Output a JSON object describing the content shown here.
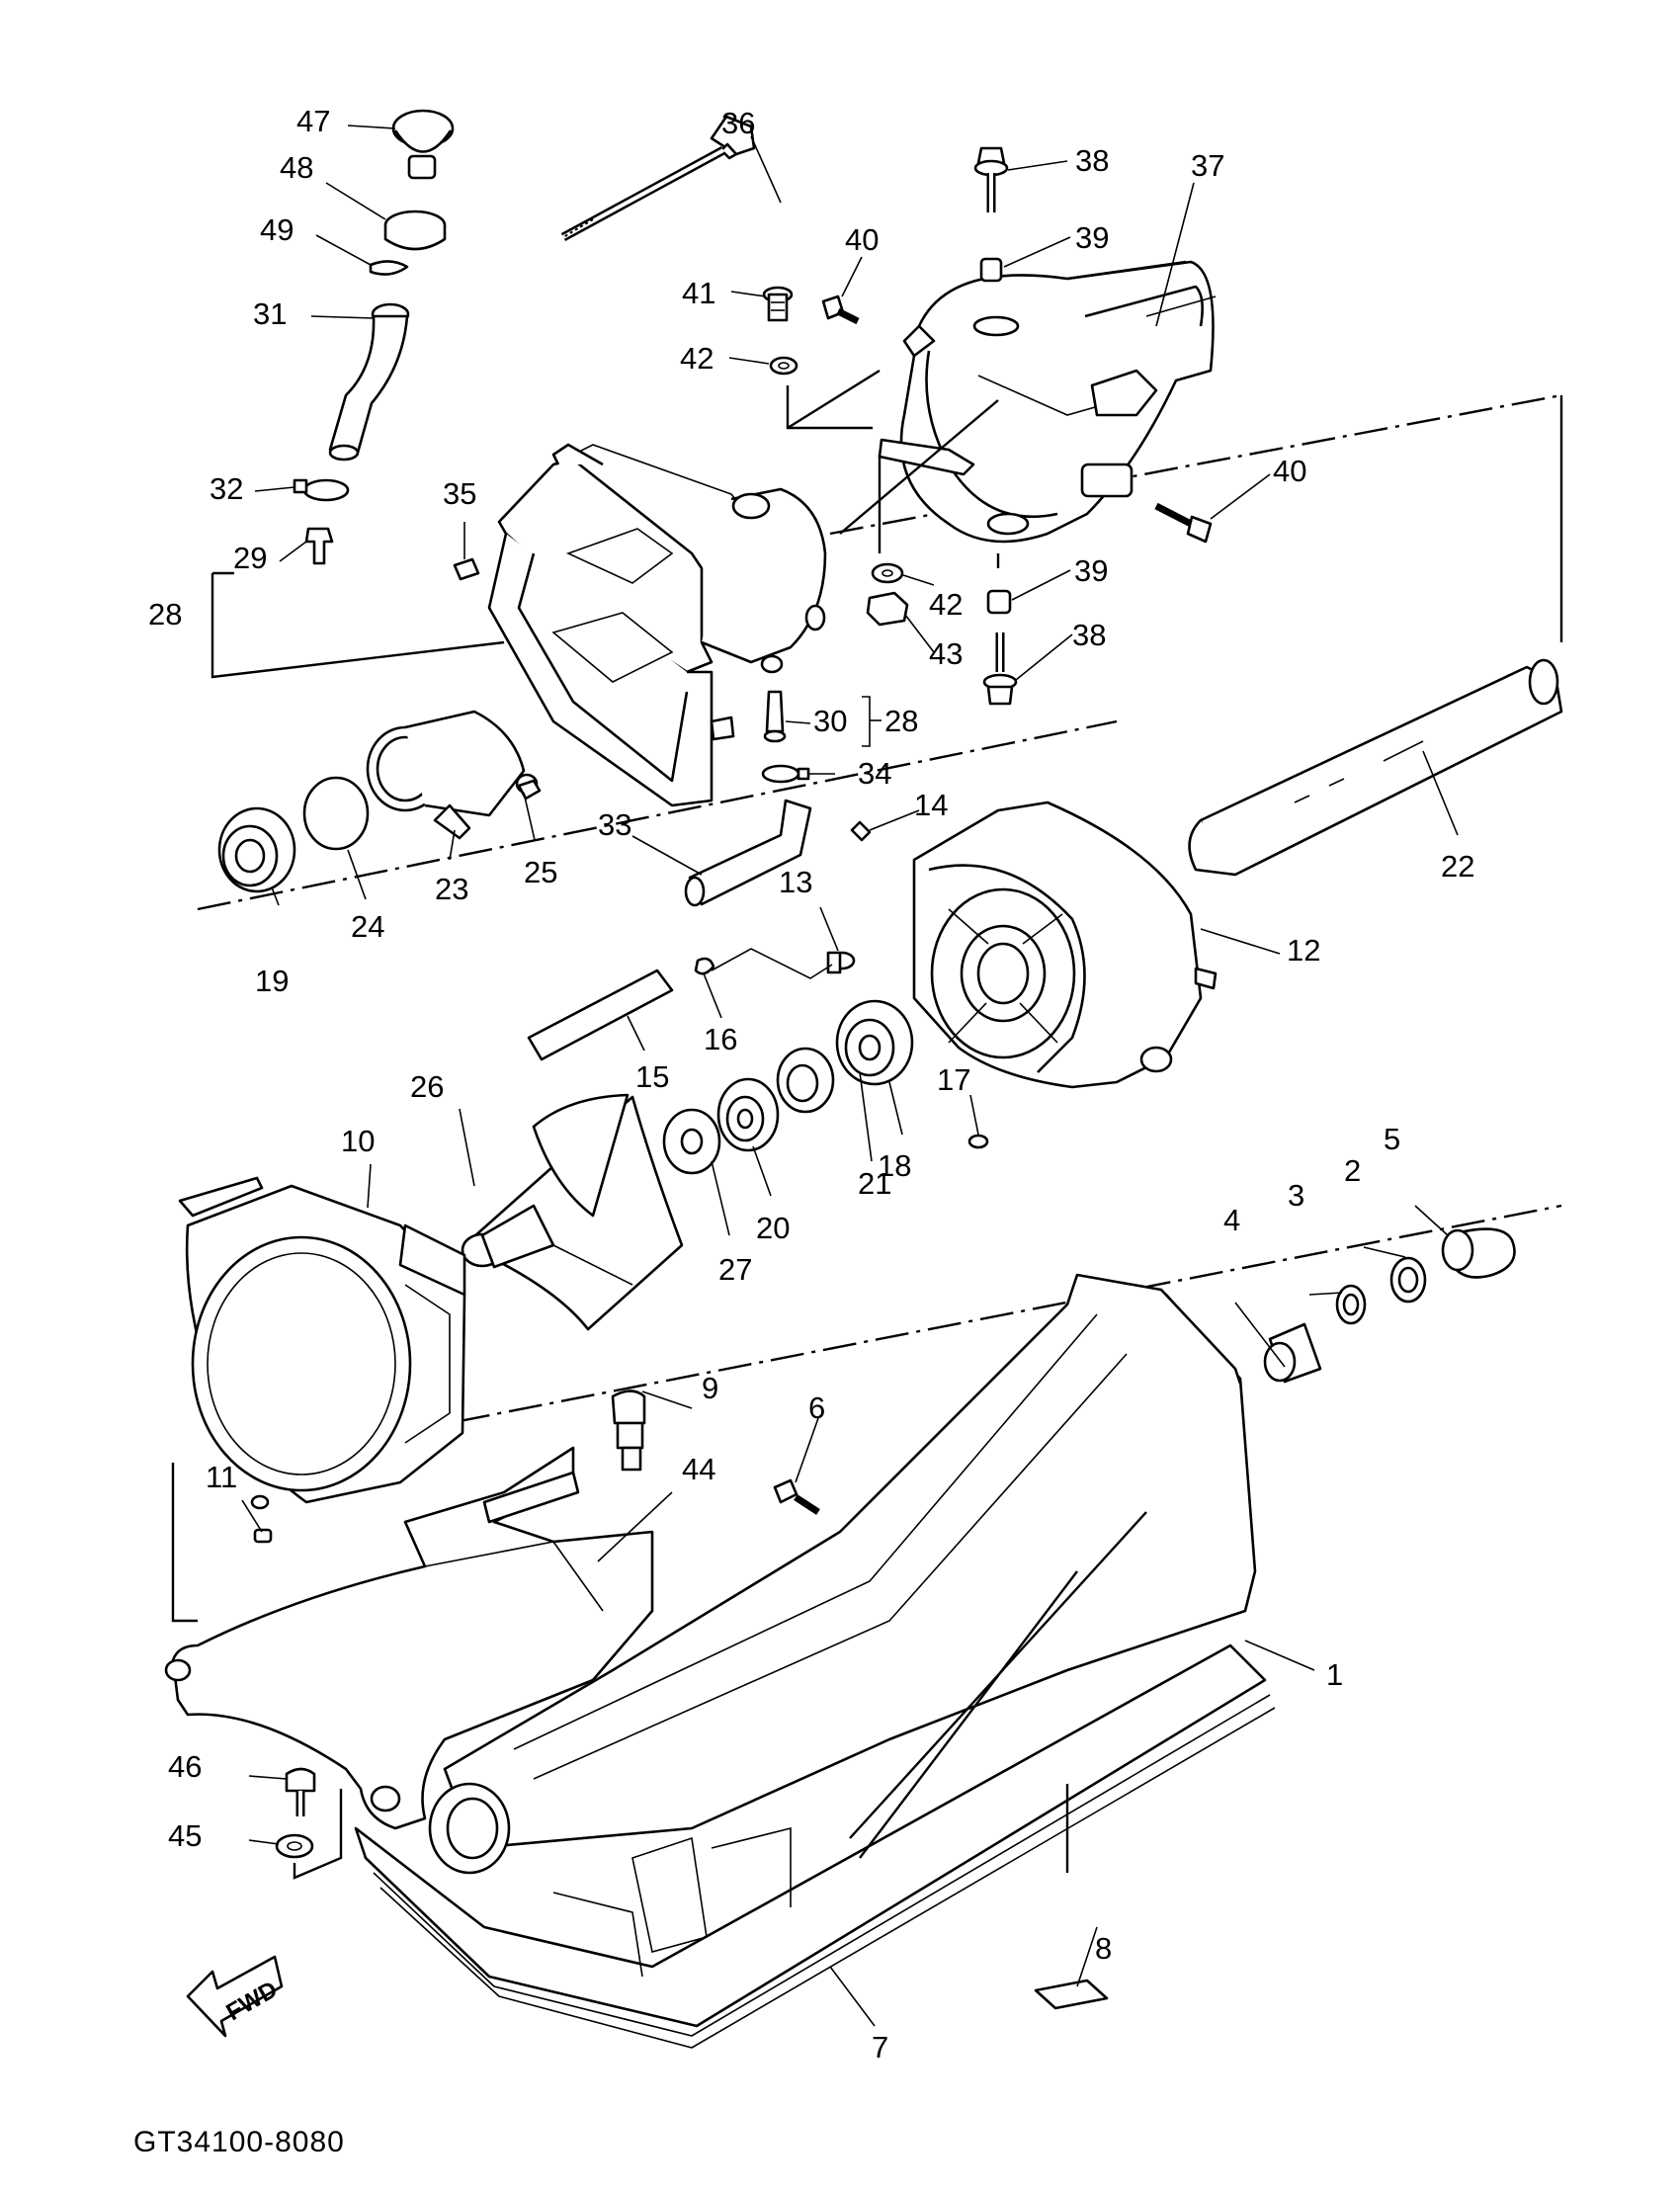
{
  "diagram": {
    "caption": "GT34100-8080",
    "fwd_label": "FWD",
    "part_labels": [
      "1",
      "2",
      "3",
      "4",
      "5",
      "6",
      "7",
      "8",
      "9",
      "10",
      "11",
      "12",
      "13",
      "14",
      "15",
      "16",
      "17",
      "18",
      "19",
      "20",
      "21",
      "22",
      "23",
      "24",
      "25",
      "26",
      "27",
      "28",
      "28",
      "29",
      "30",
      "31",
      "32",
      "33",
      "34",
      "35",
      "36",
      "37",
      "38",
      "38",
      "39",
      "39",
      "40",
      "40",
      "41",
      "42",
      "42",
      "43",
      "44",
      "45",
      "46",
      "47",
      "48",
      "49"
    ]
  }
}
